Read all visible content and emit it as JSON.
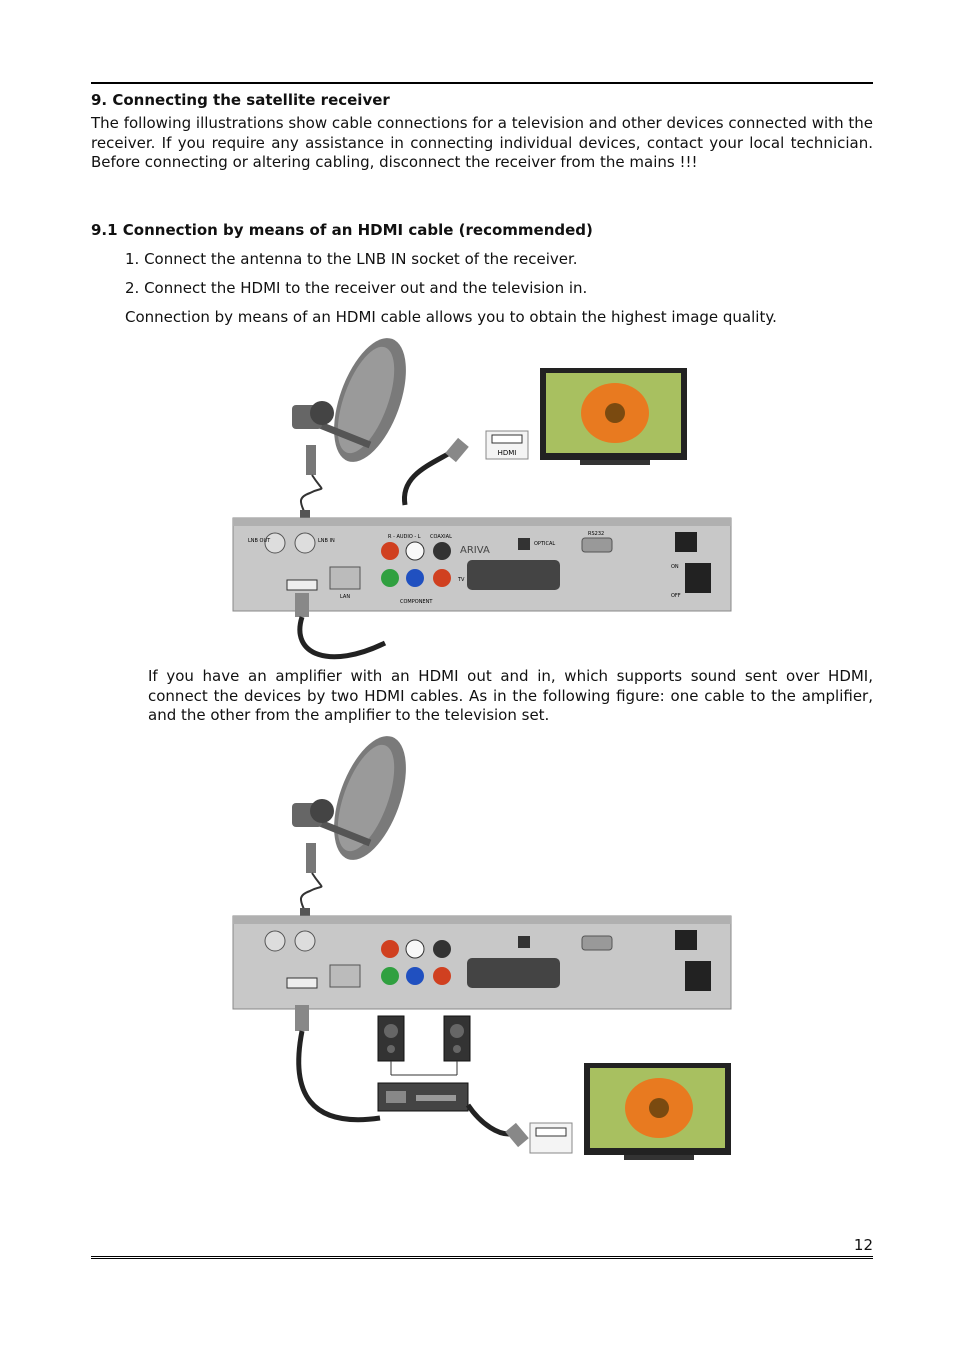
{
  "section": {
    "title": "9. Connecting the satellite receiver",
    "intro": "The following illustrations show cable connections for a television and other devices connected with the receiver. If you require any assistance in connecting individual devices, contact your local technician. Before connecting or altering cabling, disconnect the receiver from the mains !!!"
  },
  "subsection": {
    "title": "9.1 Connection by means of an HDMI cable (recommended)",
    "steps": [
      "1. Connect the antenna to the LNB IN socket of the receiver.",
      "2. Connect the HDMI to the receiver out and the television in."
    ],
    "note": "Connection by means of an HDMI cable allows you to obtain the highest image quality.",
    "amplifier_paragraph": "If you have an amplifier with an HDMI out and in, which supports sound sent over HDMI, connect the devices by two HDMI cables. As in the following figure: one cable to the amplifier, and the other from the amplifier to the television set."
  },
  "figure_labels": {
    "hdmi": "HDMI",
    "lnb_out": "LNB OUT",
    "lnb_in": "LNB IN",
    "audio": "R - AUDIO - L",
    "coaxial": "COAXIAL",
    "optical": "OPTICAL",
    "rs232": "RS232",
    "lan": "LAN",
    "component": "COMPONENT",
    "tv": "TV",
    "on": "ON",
    "off": "OFF",
    "brand": "ARIVA"
  },
  "page_number": "12"
}
